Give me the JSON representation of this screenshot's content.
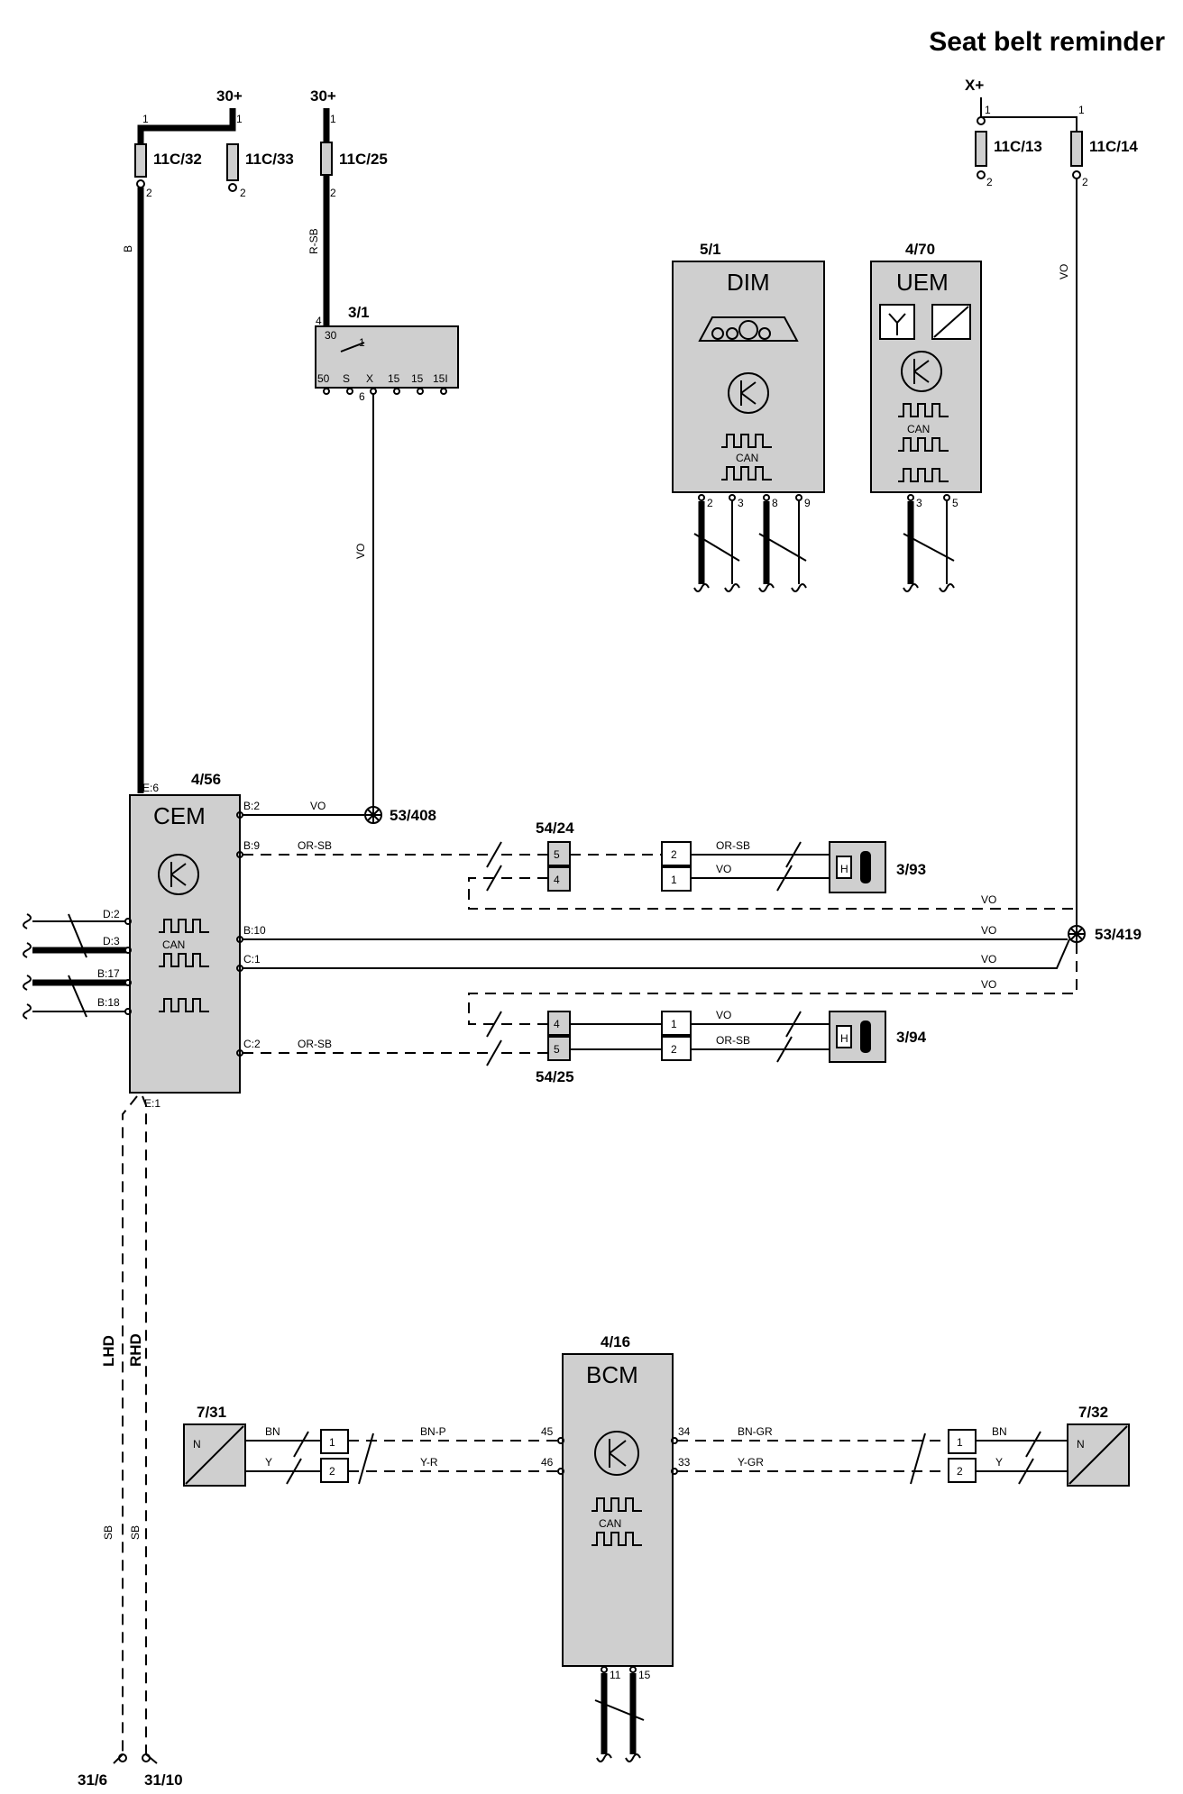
{
  "title": "Seat belt reminder",
  "power": {
    "b30_left": "30+",
    "b30_right": "30+",
    "xplus": "X+"
  },
  "fuses": [
    {
      "id": "11C/32",
      "pin1": "1",
      "pin2": "2"
    },
    {
      "id": "11C/33",
      "pin1": "1",
      "pin2": "2"
    },
    {
      "id": "11C/25",
      "pin1": "1",
      "pin2": "2"
    },
    {
      "id": "11C/13",
      "pin1": "1",
      "pin2": "2"
    },
    {
      "id": "11C/14",
      "pin1": "1",
      "pin2": "2"
    }
  ],
  "ignition_switch": {
    "id": "3/1",
    "pin_in": "4",
    "terminals": [
      "30",
      "50",
      "S",
      "X",
      "15",
      "15",
      "15I"
    ],
    "pin_out": "6"
  },
  "modules": {
    "dim": {
      "id": "5/1",
      "name": "DIM",
      "can": "CAN",
      "pins": [
        "2",
        "3",
        "8",
        "9"
      ]
    },
    "uem": {
      "id": "4/70",
      "name": "UEM",
      "can": "CAN",
      "pins": [
        "3",
        "5"
      ]
    },
    "cem": {
      "id": "4/56",
      "name": "CEM",
      "can": "CAN",
      "pins": [
        "E:6",
        "B:2",
        "B:9",
        "B:10",
        "C:1",
        "C:2",
        "D:2",
        "D:3",
        "B:17",
        "B:18",
        "E:1"
      ]
    },
    "bcm": {
      "id": "4/16",
      "name": "BCM",
      "can": "CAN",
      "pins": [
        "45",
        "46",
        "34",
        "33",
        "11",
        "15"
      ]
    }
  },
  "connectors": [
    {
      "id": "54/24",
      "pins": [
        "5",
        "4"
      ]
    },
    {
      "id": "54/25",
      "pins": [
        "4",
        "5"
      ]
    }
  ],
  "inline_pins": {
    "upper": [
      "2",
      "1"
    ],
    "lower": [
      "1",
      "2"
    ],
    "left": [
      "1",
      "2"
    ],
    "right": [
      "1",
      "2"
    ]
  },
  "splices": [
    "53/408",
    "53/419"
  ],
  "sensors": [
    {
      "id": "3/93",
      "symbol": "H"
    },
    {
      "id": "3/94",
      "symbol": "H"
    },
    {
      "id": "7/31",
      "symbol": "N"
    },
    {
      "id": "7/32",
      "symbol": "N"
    }
  ],
  "grounds": [
    "31/6",
    "31/10"
  ],
  "wires": {
    "b": "B",
    "r_sb": "R-SB",
    "vo": "VO",
    "or_sb": "OR-SB",
    "bn": "BN",
    "y": "Y",
    "bn_p": "BN-P",
    "y_r": "Y-R",
    "bn_gr": "BN-GR",
    "y_gr": "Y-GR",
    "sb": "SB",
    "lhd": "LHD",
    "rhd": "RHD"
  }
}
